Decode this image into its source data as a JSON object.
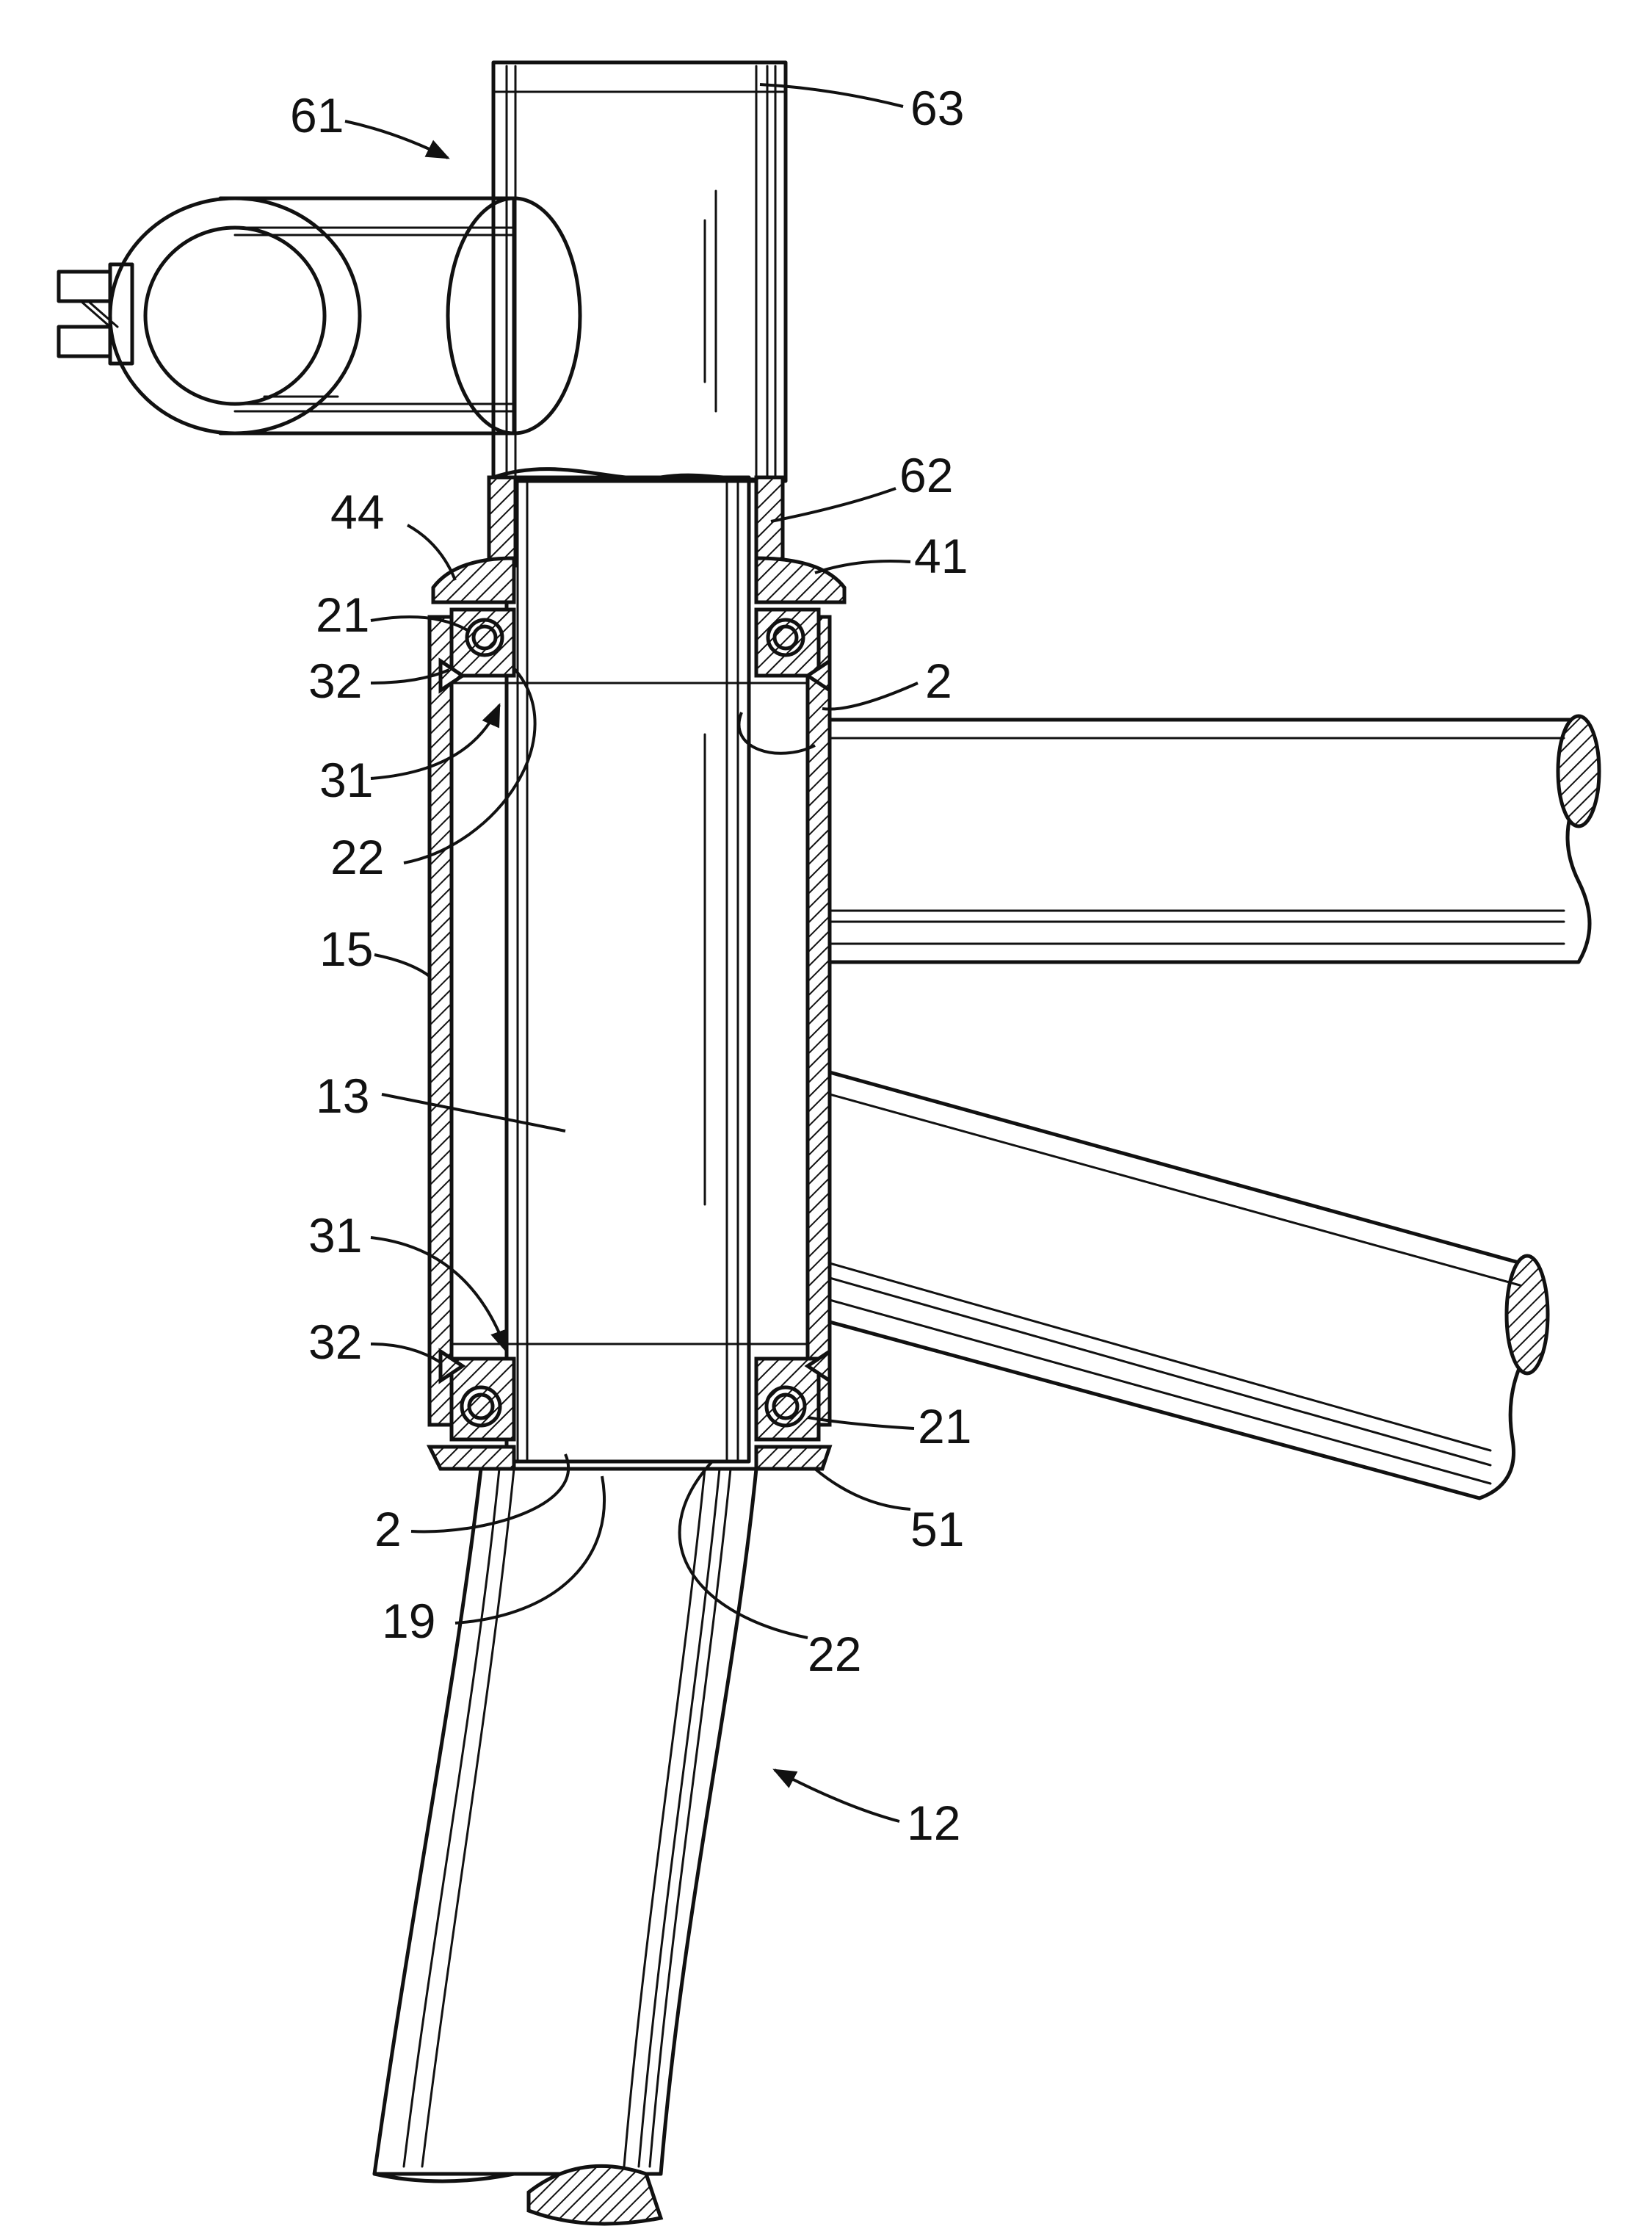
{
  "figure": {
    "labels": {
      "l61": "61",
      "l63": "63",
      "l62": "62",
      "l44": "44",
      "l41": "41",
      "l21_top": "21",
      "l32_top": "32",
      "l2_top": "2",
      "l31_top": "31",
      "l22_top": "22",
      "l15": "15",
      "l13": "13",
      "l31_bottom": "31",
      "l32_bottom": "32",
      "l21_bottom": "21",
      "l2_bottom": "2",
      "l51": "51",
      "l19": "19",
      "l22_bottom": "22",
      "l12": "12"
    }
  }
}
